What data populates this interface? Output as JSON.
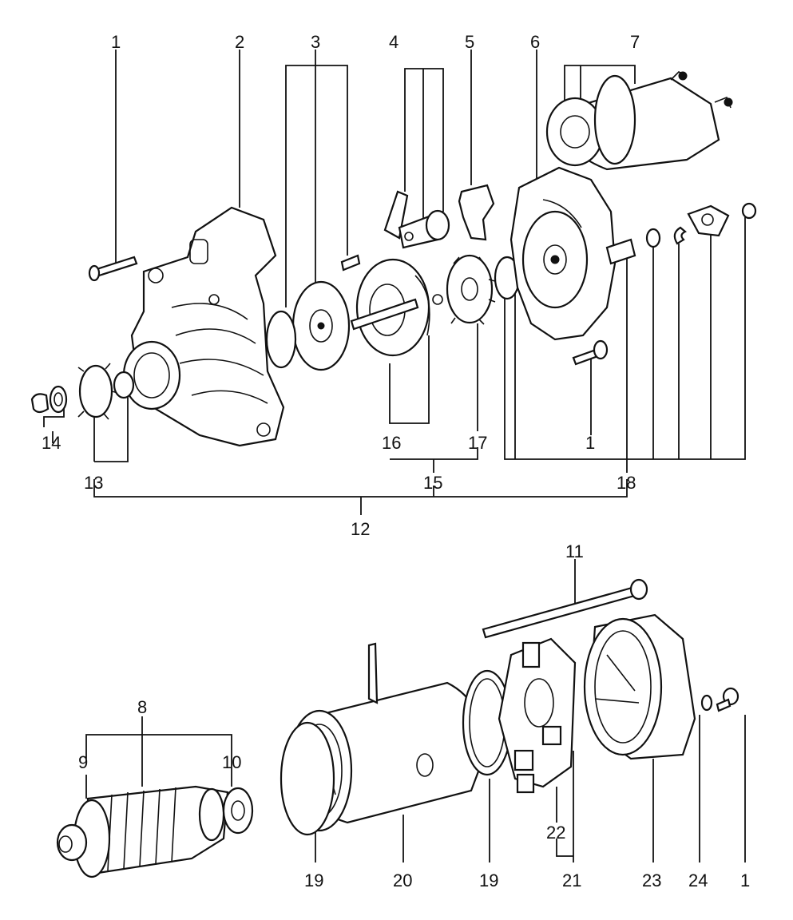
{
  "labels": {
    "l1a": "1",
    "l2": "2",
    "l3": "3",
    "l4": "4",
    "l5": "5",
    "l6": "6",
    "l7": "7",
    "l1b": "1",
    "l16": "16",
    "l17": "17",
    "l14": "14",
    "l13": "13",
    "l15": "15",
    "l18": "18",
    "l12": "12",
    "l11": "11",
    "l8": "8",
    "l9": "9",
    "l10": "10",
    "l19a": "19",
    "l20": "20",
    "l19b": "19",
    "l21": "21",
    "l22": "22",
    "l23": "23",
    "l24": "24",
    "l1c": "1"
  }
}
